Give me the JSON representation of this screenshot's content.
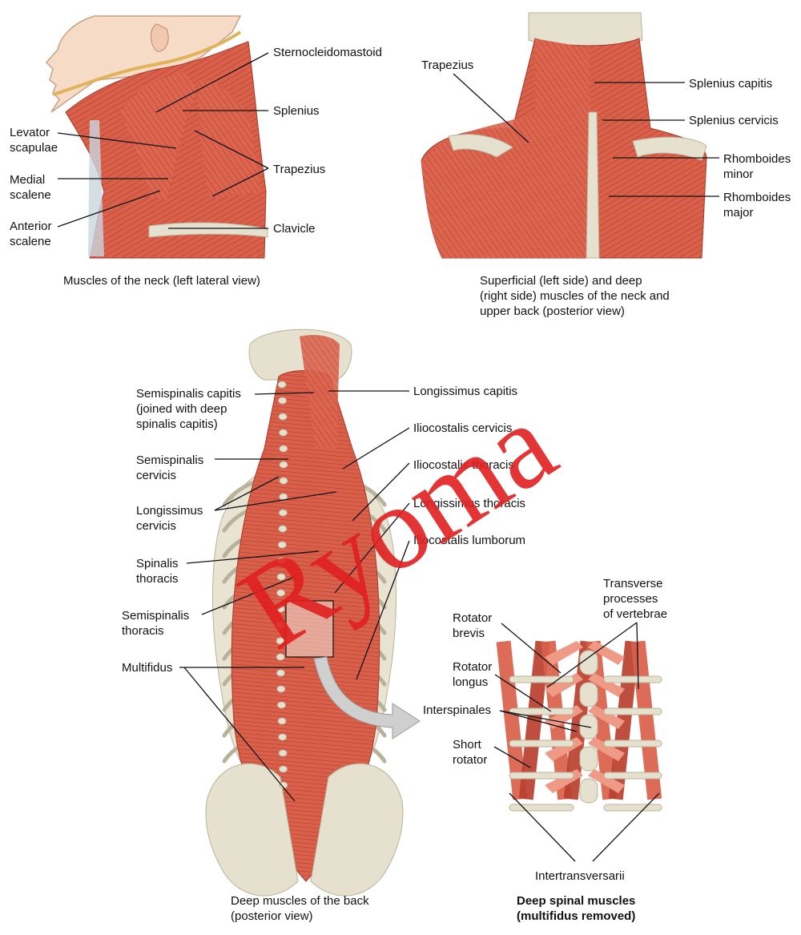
{
  "colors": {
    "muscle": "#d9604a",
    "muscle_dark": "#b8402f",
    "muscle_light": "#ee9a86",
    "bone": "#e6e1cf",
    "bone_edge": "#b9b29a",
    "skin": "#f6dcc6",
    "leader": "#111111",
    "watermark": "#e02020",
    "arrow": "#cfcfcf"
  },
  "panel_neck": {
    "caption": "Muscles of the neck (left lateral view)",
    "labels": {
      "sternocleidomastoid": "Sternocleidomastoid",
      "splenius": "Splenius",
      "trapezius": "Trapezius",
      "clavicle": "Clavicle",
      "levator_scapulae": "Levator\nscapulae",
      "medial_scalene": "Medial\nscalene",
      "anterior_scalene": "Anterior\nscalene"
    }
  },
  "panel_upper_back": {
    "caption": "Superficial (left side) and deep\n(right side) muscles of the neck and\nupper back (posterior view)",
    "labels": {
      "trapezius": "Trapezius",
      "splenius_capitis": "Splenius capitis",
      "splenius_cervicis": "Splenius cervicis",
      "rhomboides_minor": "Rhomboides\nminor",
      "rhomboides_major": "Rhomboides\nmajor"
    }
  },
  "panel_deep_back": {
    "caption": "Deep muscles of the back\n(posterior view)",
    "labels": {
      "semispinalis_capitis": "Semispinalis capitis\n(joined with deep\nspinalis capitis)",
      "semispinalis_cervicis": "Semispinalis\ncervicis",
      "longissimus_cervicis": "Longissimus\ncervicis",
      "spinalis_thoracis": "Spinalis\nthoracis",
      "semispinalis_thoracis": "Semispinalis\nthoracis",
      "multifidus": "Multifidus",
      "longissimus_capitis": "Longissimus capitis",
      "iliocostalis_cervicis": "Iliocostalis cervicis",
      "iliocostalis_thoracis": "Iliocostalis thoracis",
      "longissimus_thoracis": "Longissimus thoracis",
      "iliocostalis_lumborum": "Iliocostalis lumborum"
    }
  },
  "panel_spinal": {
    "caption": "Deep spinal muscles\n(multifidus removed)",
    "labels": {
      "transverse_processes": "Transverse\nprocesses\nof vertebrae",
      "rotator_brevis": "Rotator\nbrevis",
      "rotator_longus": "Rotator\nlongus",
      "interspinales": "Interspinales",
      "short_rotator": "Short\nrotator",
      "intertransversarii": "Intertransversarii"
    }
  },
  "watermark": "Ryoma"
}
